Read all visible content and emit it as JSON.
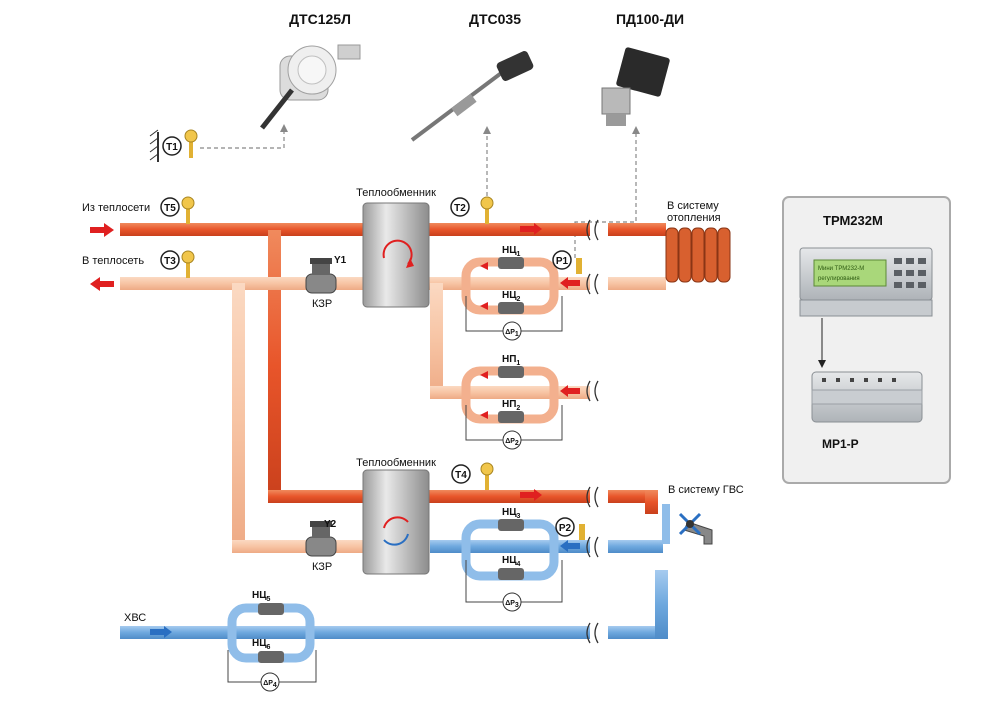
{
  "sensors_top": {
    "dts125": "ДТС125Л",
    "dts035": "ДТС035",
    "pd100": "ПД100-ДИ"
  },
  "labels": {
    "from_network": "Из теплосети",
    "to_network": "В теплосеть",
    "heat_exchanger_1": "Теплообменник",
    "heat_exchanger_2": "Теплообменник",
    "to_heating_line1": "В систему",
    "to_heating_line2": "отопления",
    "to_hot_water": "В систему ГВС",
    "cold_water": "ХВС",
    "kzr1": "КЗР",
    "kzr2": "КЗР",
    "y1": "Y1",
    "y2": "Y2"
  },
  "tags": {
    "t1": "T1",
    "t2": "T2",
    "t3": "T3",
    "t4": "T4",
    "t5": "T5",
    "p1": "P1",
    "p2": "P2"
  },
  "pumps": {
    "hc": "НЦ",
    "np": "НП",
    "dp": "ΔP",
    "sub1": "1",
    "sub2": "2",
    "sub3": "3",
    "sub4": "4",
    "sub5": "5",
    "sub6": "6"
  },
  "controller": {
    "title": "ТРМ232М",
    "module": "МР1-Р",
    "display_line1": "Мини ТРМ232-М",
    "display_line2": "регулирования"
  },
  "colors": {
    "hot": "#e8552a",
    "warm": "#f7c4a4",
    "cold": "#6ea8de",
    "arrow": "#e02020"
  }
}
